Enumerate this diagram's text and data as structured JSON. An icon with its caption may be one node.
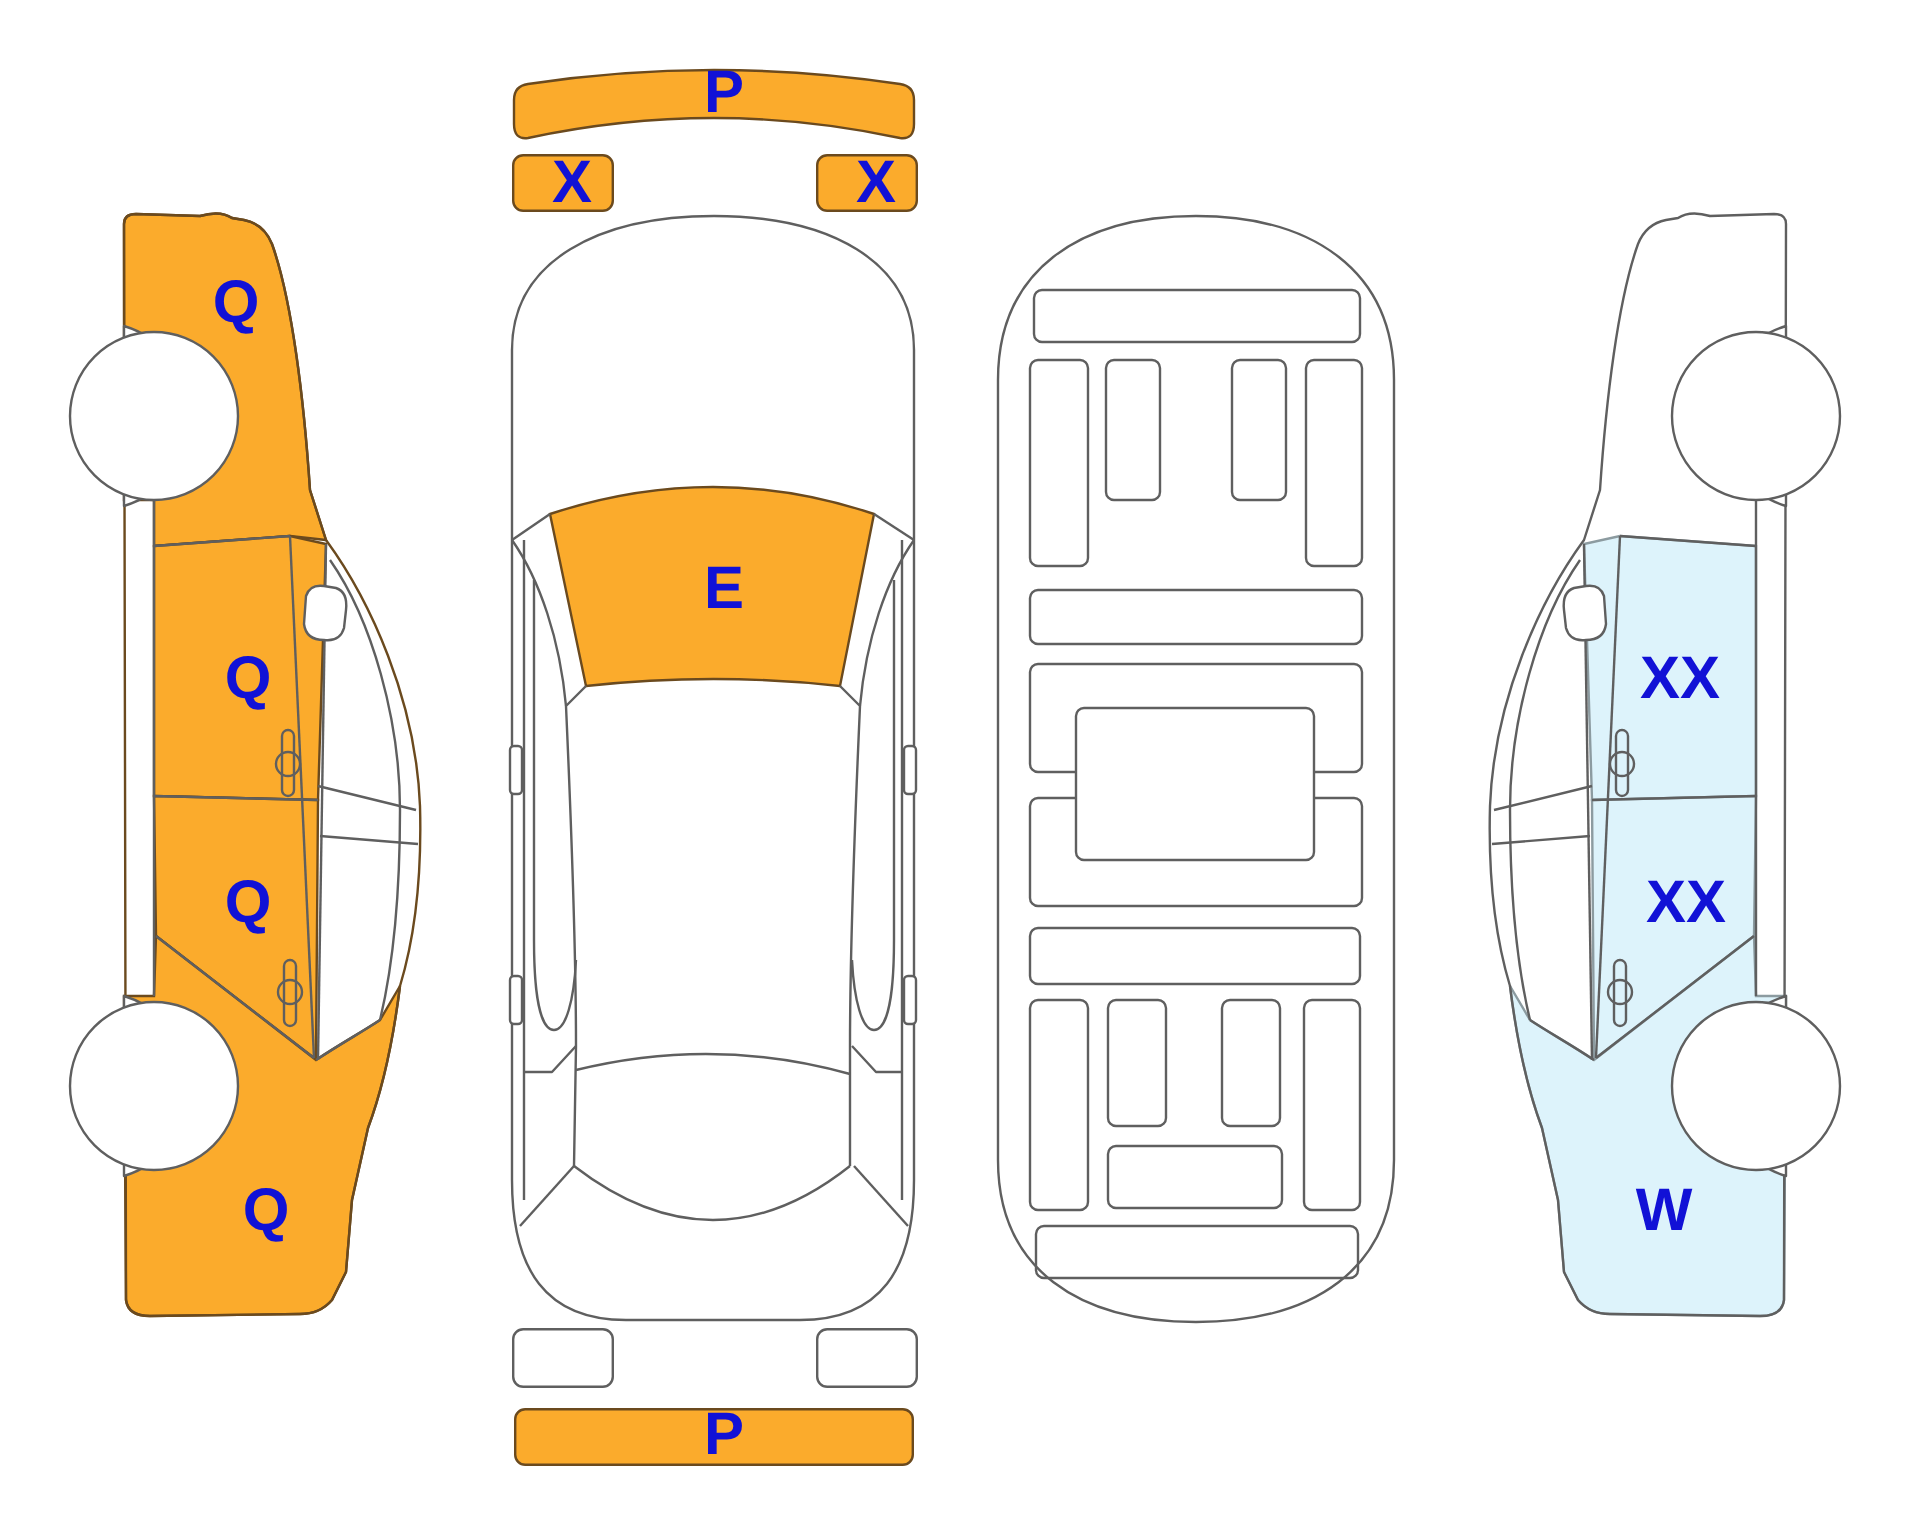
{
  "diagram": {
    "nodes": [
      {
        "text": [
          "P"
        ]
      },
      {
        "text": [
          "X"
        ]
      },
      {
        "text": [
          "X"
        ]
      },
      {
        "text": [
          "Q"
        ]
      },
      {
        "text": [
          "E"
        ]
      },
      {
        "text": [
          "Q"
        ]
      },
      {
        "text": [
          "XX"
        ]
      },
      {
        "text": [
          "Q"
        ]
      },
      {
        "text": [
          "XX"
        ]
      },
      {
        "text": [
          "Q"
        ]
      },
      {
        "text": [
          "W"
        ]
      },
      {
        "text": [],
        "shape": "box"
      },
      {
        "text": [],
        "shape": "box"
      },
      {
        "text": [
          "P"
        ]
      }
    ]
  }
}
